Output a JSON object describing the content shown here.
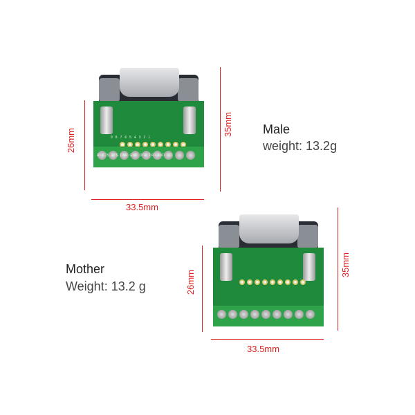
{
  "male": {
    "title": "Male",
    "weight": "weight: 13.2g",
    "width": "33.5mm",
    "height_board": "26mm",
    "height_total": "35mm"
  },
  "female": {
    "title": "Mother",
    "weight": "Weight: 13.2 g",
    "width": "33.5mm",
    "height_board": "26mm",
    "height_total": "35mm"
  },
  "pin_numbers": [
    "9",
    "8",
    "7",
    "6",
    "5",
    "4",
    "3",
    "2",
    "1"
  ],
  "pin_labels": [
    "RI",
    "CTS",
    "RTS",
    "DSR",
    "GND",
    "DTR",
    "TXD",
    "RXD",
    "CD"
  ],
  "colors": {
    "dimension": "#e02020",
    "pcb": "#1f8a3c"
  }
}
